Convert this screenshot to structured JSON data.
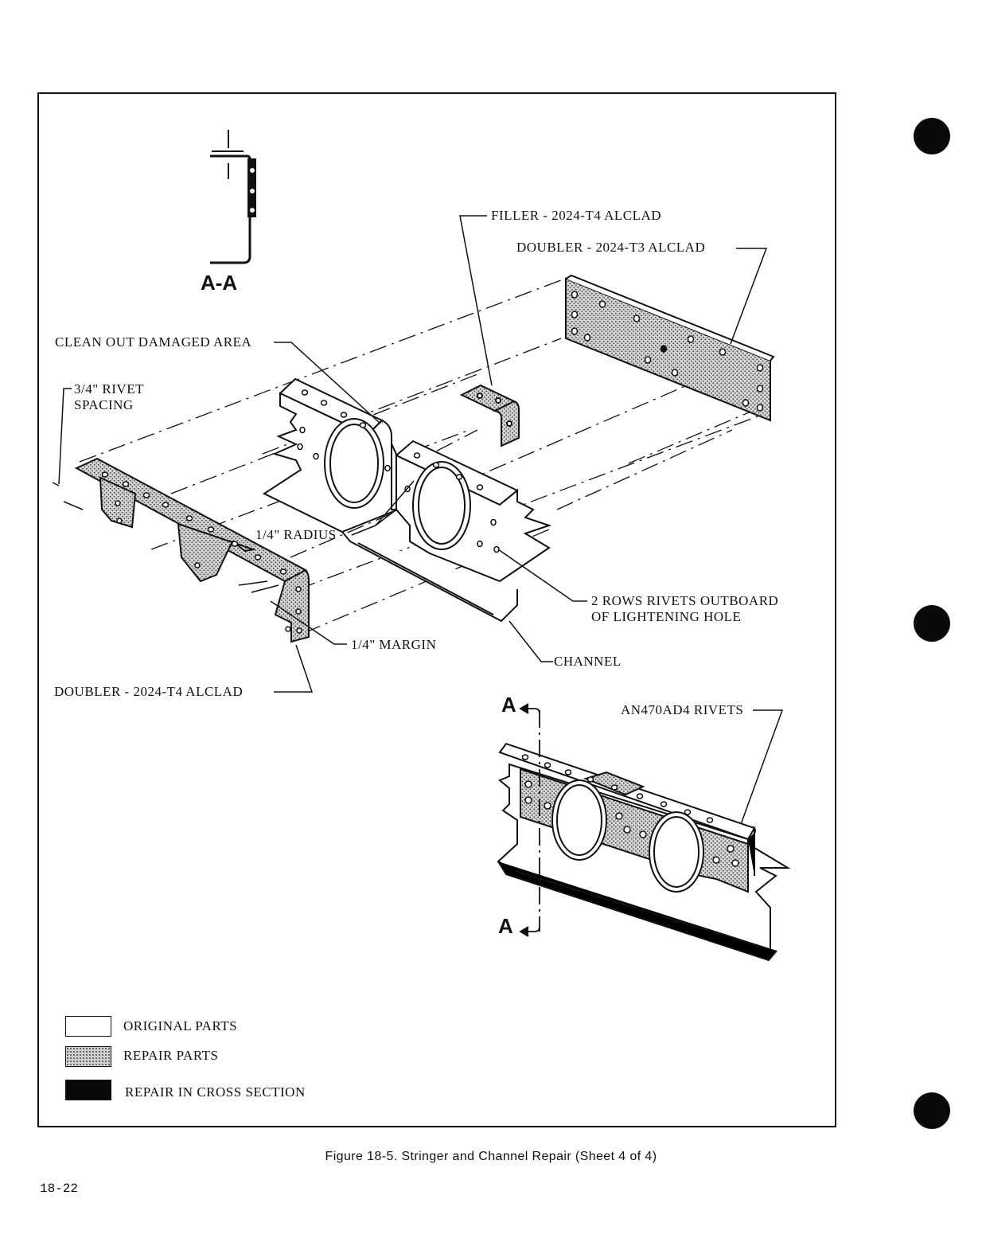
{
  "figure": {
    "section_label": "A-A",
    "section_marker": "A",
    "callouts": {
      "filler": "FILLER - 2024-T4 ALCLAD",
      "doubler_t3": "DOUBLER - 2024-T3 ALCLAD",
      "clean_out": "CLEAN OUT DAMAGED AREA",
      "rivet_spacing_1": "3/4\" RIVET",
      "rivet_spacing_2": "SPACING",
      "radius": "1/4\" RADIUS",
      "rows_rivets_1": "2 ROWS RIVETS OUTBOARD",
      "rows_rivets_2": "OF LIGHTENING HOLE",
      "margin": "1/4\" MARGIN",
      "channel": "CHANNEL",
      "doubler_t4": "DOUBLER - 2024-T4 ALCLAD",
      "an470": "AN470AD4 RIVETS"
    }
  },
  "legend": [
    {
      "label": "ORIGINAL PARTS",
      "style": "blank"
    },
    {
      "label": "REPAIR PARTS",
      "style": "dotted"
    },
    {
      "label": "REPAIR IN CROSS SECTION",
      "style": "solid"
    }
  ],
  "caption": "Figure 18-5.  Stringer and Channel Repair (Sheet 4 of 4)",
  "page_number": "18-22"
}
